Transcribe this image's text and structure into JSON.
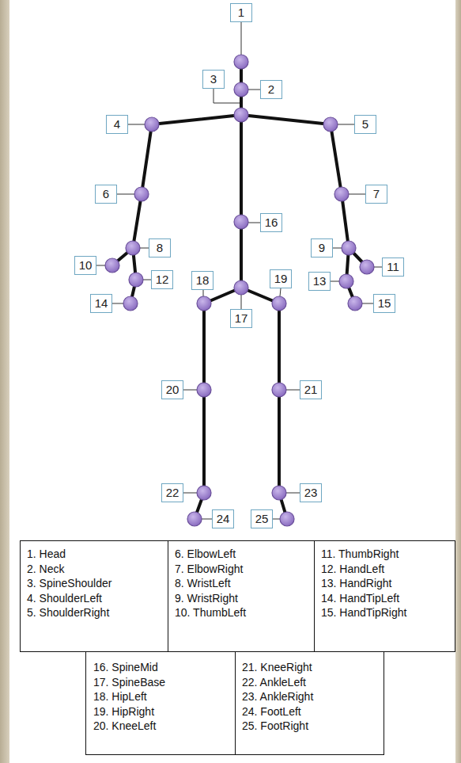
{
  "diagram": {
    "nodes": [
      {
        "text": [
          "1"
        ]
      },
      {
        "text": [
          "2"
        ]
      },
      {
        "text": [
          "3"
        ]
      },
      {
        "text": [
          "4"
        ]
      },
      {
        "text": [
          "5"
        ]
      },
      {
        "text": [
          "6"
        ]
      },
      {
        "text": [
          "7"
        ]
      },
      {
        "text": [
          "8"
        ]
      },
      {
        "text": [
          "9"
        ]
      },
      {
        "text": [
          "10"
        ]
      },
      {
        "text": [
          "11"
        ]
      },
      {
        "text": [
          "12"
        ]
      },
      {
        "text": [
          "13"
        ]
      },
      {
        "text": [
          "14"
        ]
      },
      {
        "text": [
          "15"
        ]
      },
      {
        "text": [
          "16"
        ]
      },
      {
        "text": [
          "17"
        ]
      },
      {
        "text": [
          "18"
        ]
      },
      {
        "text": [
          "19"
        ]
      },
      {
        "text": [
          "20"
        ]
      },
      {
        "text": [
          "21"
        ]
      },
      {
        "text": [
          "22"
        ]
      },
      {
        "text": [
          "23"
        ]
      },
      {
        "text": [
          "24"
        ]
      },
      {
        "text": [
          "25"
        ]
      }
    ],
    "labels": [
      "1. Head",
      "2. Neck",
      "3. SpineShoulder",
      "4. ShoulderLeft",
      "5. ShoulderRight",
      "6. ElbowLeft",
      "7. ElbowRight",
      "8. WristLeft",
      "9. WristRight",
      "10. ThumbLeft",
      "11. ThumbRight",
      "12. HandLeft",
      "13. HandRight",
      "14. HandTipLeft",
      "15. HandTipRight",
      "16. SpineMid",
      "17. SpineBase",
      "18. HipLeft",
      "19. HipRight",
      "20. KneeLeft",
      "21. KneeRight",
      "22. AnkleLeft",
      "23. AnkleRight",
      "24. FootLeft",
      "25. FootRight"
    ]
  }
}
